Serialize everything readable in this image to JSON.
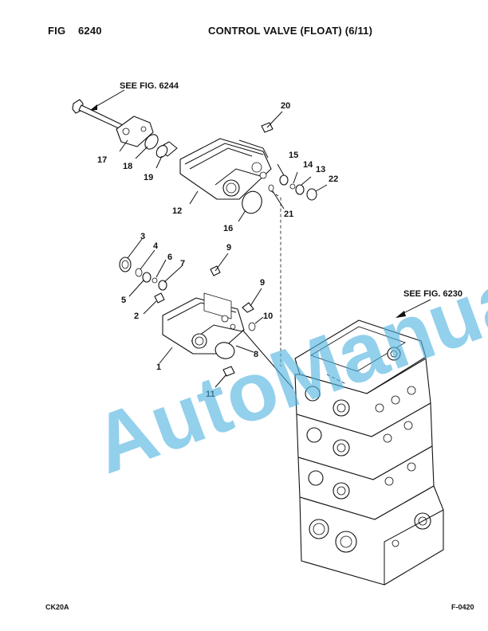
{
  "header": {
    "fig_label": "FIG",
    "fig_number": "6240",
    "title": "CONTROL VALVE (FLOAT) (6/11)"
  },
  "footer": {
    "model": "CK20A",
    "page_code": "F-0420"
  },
  "references": {
    "see_fig_6244": "SEE FIG. 6244",
    "see_fig_6230": "SEE FIG. 6230"
  },
  "watermark": {
    "text": "AutoManual",
    "color": "#4fb3e0"
  },
  "callouts": {
    "c1": "1",
    "c2": "2",
    "c3": "3",
    "c4": "4",
    "c5": "5",
    "c6": "6",
    "c7": "7",
    "c8": "8",
    "c9a": "9",
    "c9b": "9",
    "c10": "10",
    "c11": "11",
    "c12": "12",
    "c13": "13",
    "c14": "14",
    "c15": "15",
    "c16": "16",
    "c17": "17",
    "c18": "18",
    "c19": "19",
    "c20": "20",
    "c21": "21",
    "c22": "22"
  }
}
